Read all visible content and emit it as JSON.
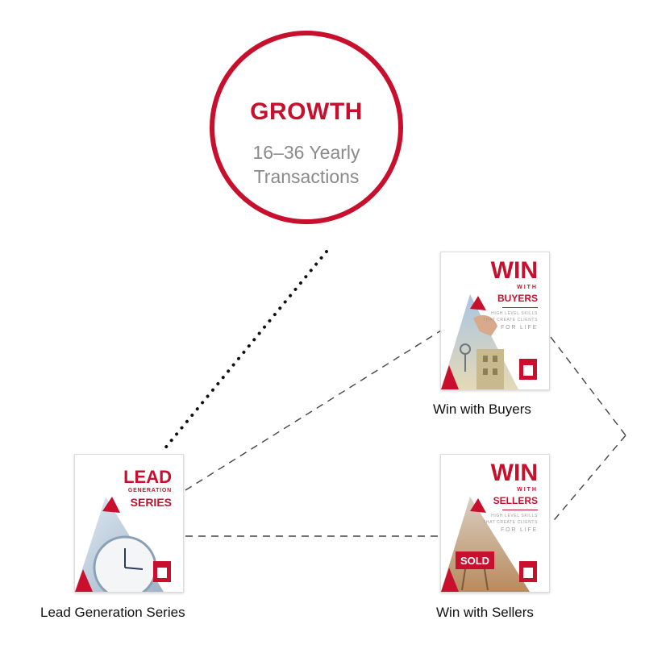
{
  "growth": {
    "title": "GROWTH",
    "subtitle_line1": "16–36 Yearly",
    "subtitle_line2": "Transactions"
  },
  "books": {
    "lead": {
      "cover_line1": "LEAD",
      "cover_line2": "GENERATION",
      "cover_line3": "SERIES",
      "caption": "Lead Generation Series"
    },
    "buyers": {
      "cover_line1": "WIN",
      "cover_line2": "WITH",
      "cover_line3": "BUYERS",
      "tagline1": "HIGH LEVEL SKILLS",
      "tagline2": "THAT CREATE CLIENTS",
      "tagline3": "FOR LIFE",
      "caption": "Win with Buyers"
    },
    "sellers": {
      "cover_line1": "WIN",
      "cover_line2": "WITH",
      "cover_line3": "SELLERS",
      "tagline1": "HIGH LEVEL SKILLS",
      "tagline2": "THAT CREATE CLIENTS",
      "tagline3": "FOR LIFE",
      "sign_text": "SOLD",
      "caption": "Win with Sellers"
    }
  },
  "colors": {
    "brand_red": "#c8102e",
    "gray_text": "#8a8a8a",
    "connector": "#333333"
  }
}
